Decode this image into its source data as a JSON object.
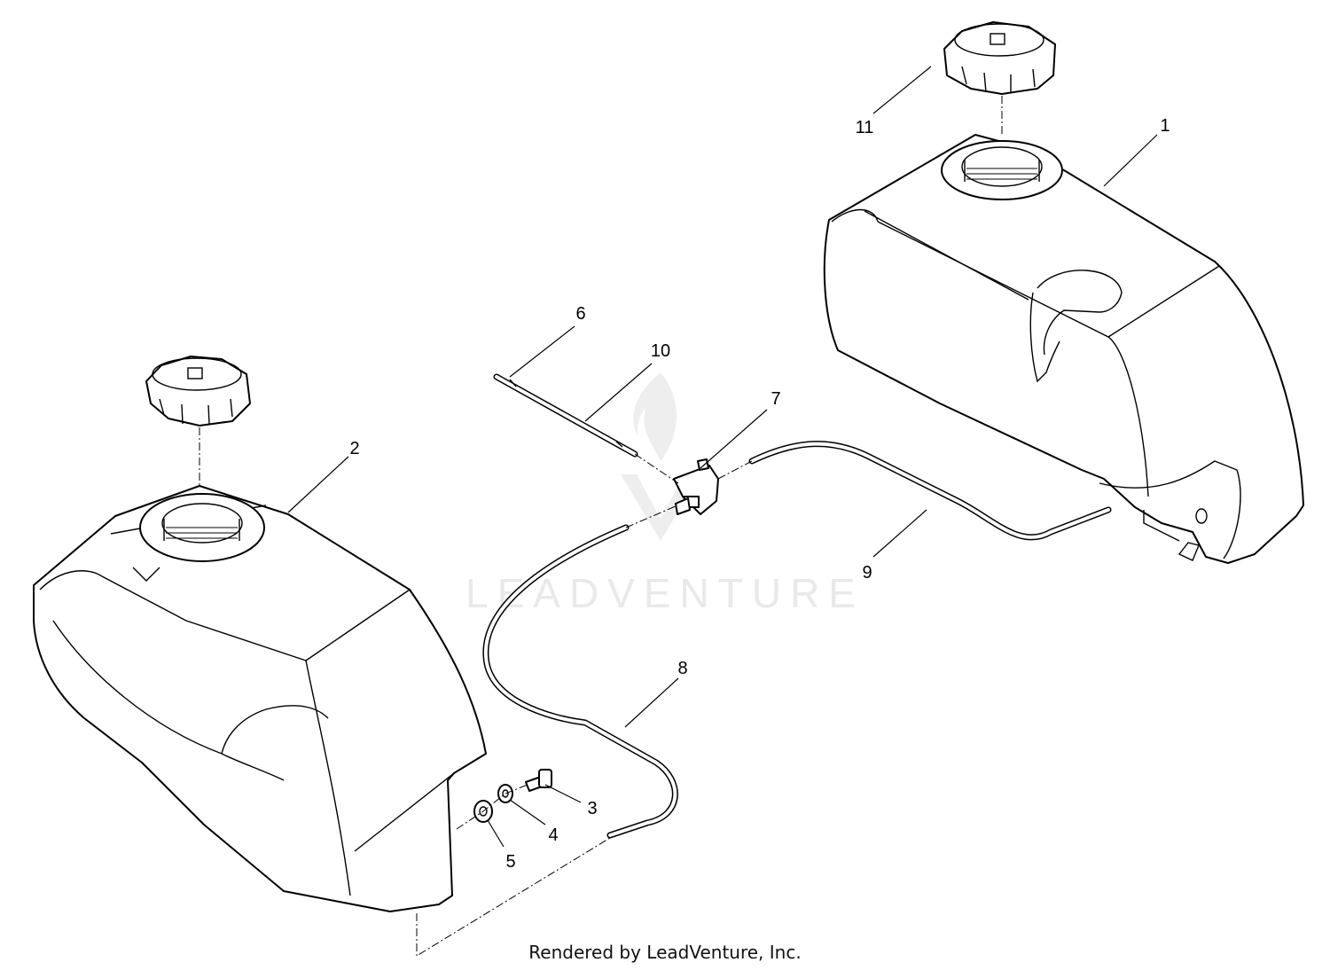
{
  "diagram": {
    "watermark": "LEADVENTURE",
    "footer": "Rendered by LeadVenture, Inc.",
    "callouts": [
      "1",
      "2",
      "3",
      "4",
      "5",
      "6",
      "7",
      "8",
      "9",
      "10",
      "11"
    ]
  },
  "colors": {
    "line": "#000000",
    "watermark": "#e9e9e9",
    "background": "#ffffff"
  },
  "icons": [
    "leadventure-logo-watermark"
  ]
}
